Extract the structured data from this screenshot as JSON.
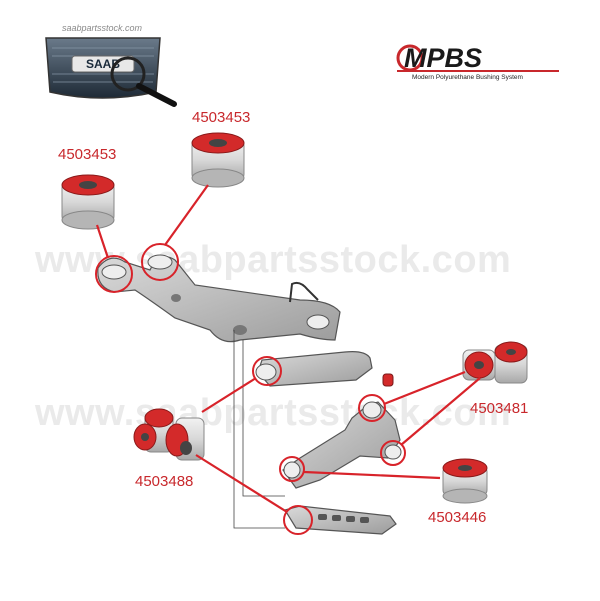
{
  "site_label": "saabpartsstock.com",
  "saab_logo_text": "SAAB",
  "watermark": "www.saabpartsstock.com",
  "brand": {
    "name": "MPBS",
    "tagline": "Modern Polyurethane Bushing System",
    "accent_color": "#c8282c"
  },
  "parts": [
    {
      "id": "p1",
      "number": "4503453"
    },
    {
      "id": "p2",
      "number": "4503453"
    },
    {
      "id": "p3",
      "number": "4503481"
    },
    {
      "id": "p4",
      "number": "4503488"
    },
    {
      "id": "p5",
      "number": "4503446"
    }
  ],
  "colors": {
    "callout_line": "#d8232a",
    "bushing_red": "#d32a2a",
    "metal_light": "#e6e6e6",
    "metal_dark": "#9a9a9a"
  }
}
